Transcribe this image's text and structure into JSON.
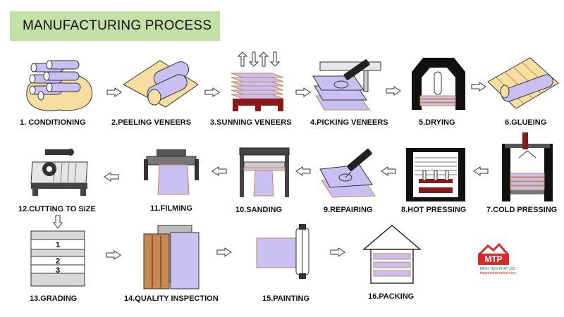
{
  "title": "MANUFACTURING PROCESS",
  "steps": [
    {
      "label": "1. CONDITIONING"
    },
    {
      "label": "2.PEELING VENEERS"
    },
    {
      "label": "3.SUNNING VENEERS"
    },
    {
      "label": "4.PICKING VENEERS"
    },
    {
      "label": "5.DRYING"
    },
    {
      "label": "6.GLUEING"
    },
    {
      "label": "7.COLD PRESSING"
    },
    {
      "label": "8.HOT PRESSING"
    },
    {
      "label": "9.REPAIRING"
    },
    {
      "label": "10.SANDING"
    },
    {
      "label": "11.FILMING"
    },
    {
      "label": "12.CUTTING TO SIZE"
    },
    {
      "label": "13.GRADING"
    },
    {
      "label": "14.QUALITY INSPECTION"
    },
    {
      "label": "15.PAINTING"
    },
    {
      "label": "16.PACKING"
    }
  ],
  "grading_numbers": [
    "1",
    "2",
    "3"
  ],
  "logo": {
    "text": "MTP",
    "subtitle": "MINH TIEN PHAT JSC",
    "url": "thepmanhtienphat.com"
  },
  "colors": {
    "veneer": "#c9bff0",
    "wood": "#f5dea0",
    "board_edge": "#c98850",
    "title_bg": "#c3e0a6",
    "logo_red": "#d92b2b",
    "logo_green": "#2a8a2a"
  }
}
